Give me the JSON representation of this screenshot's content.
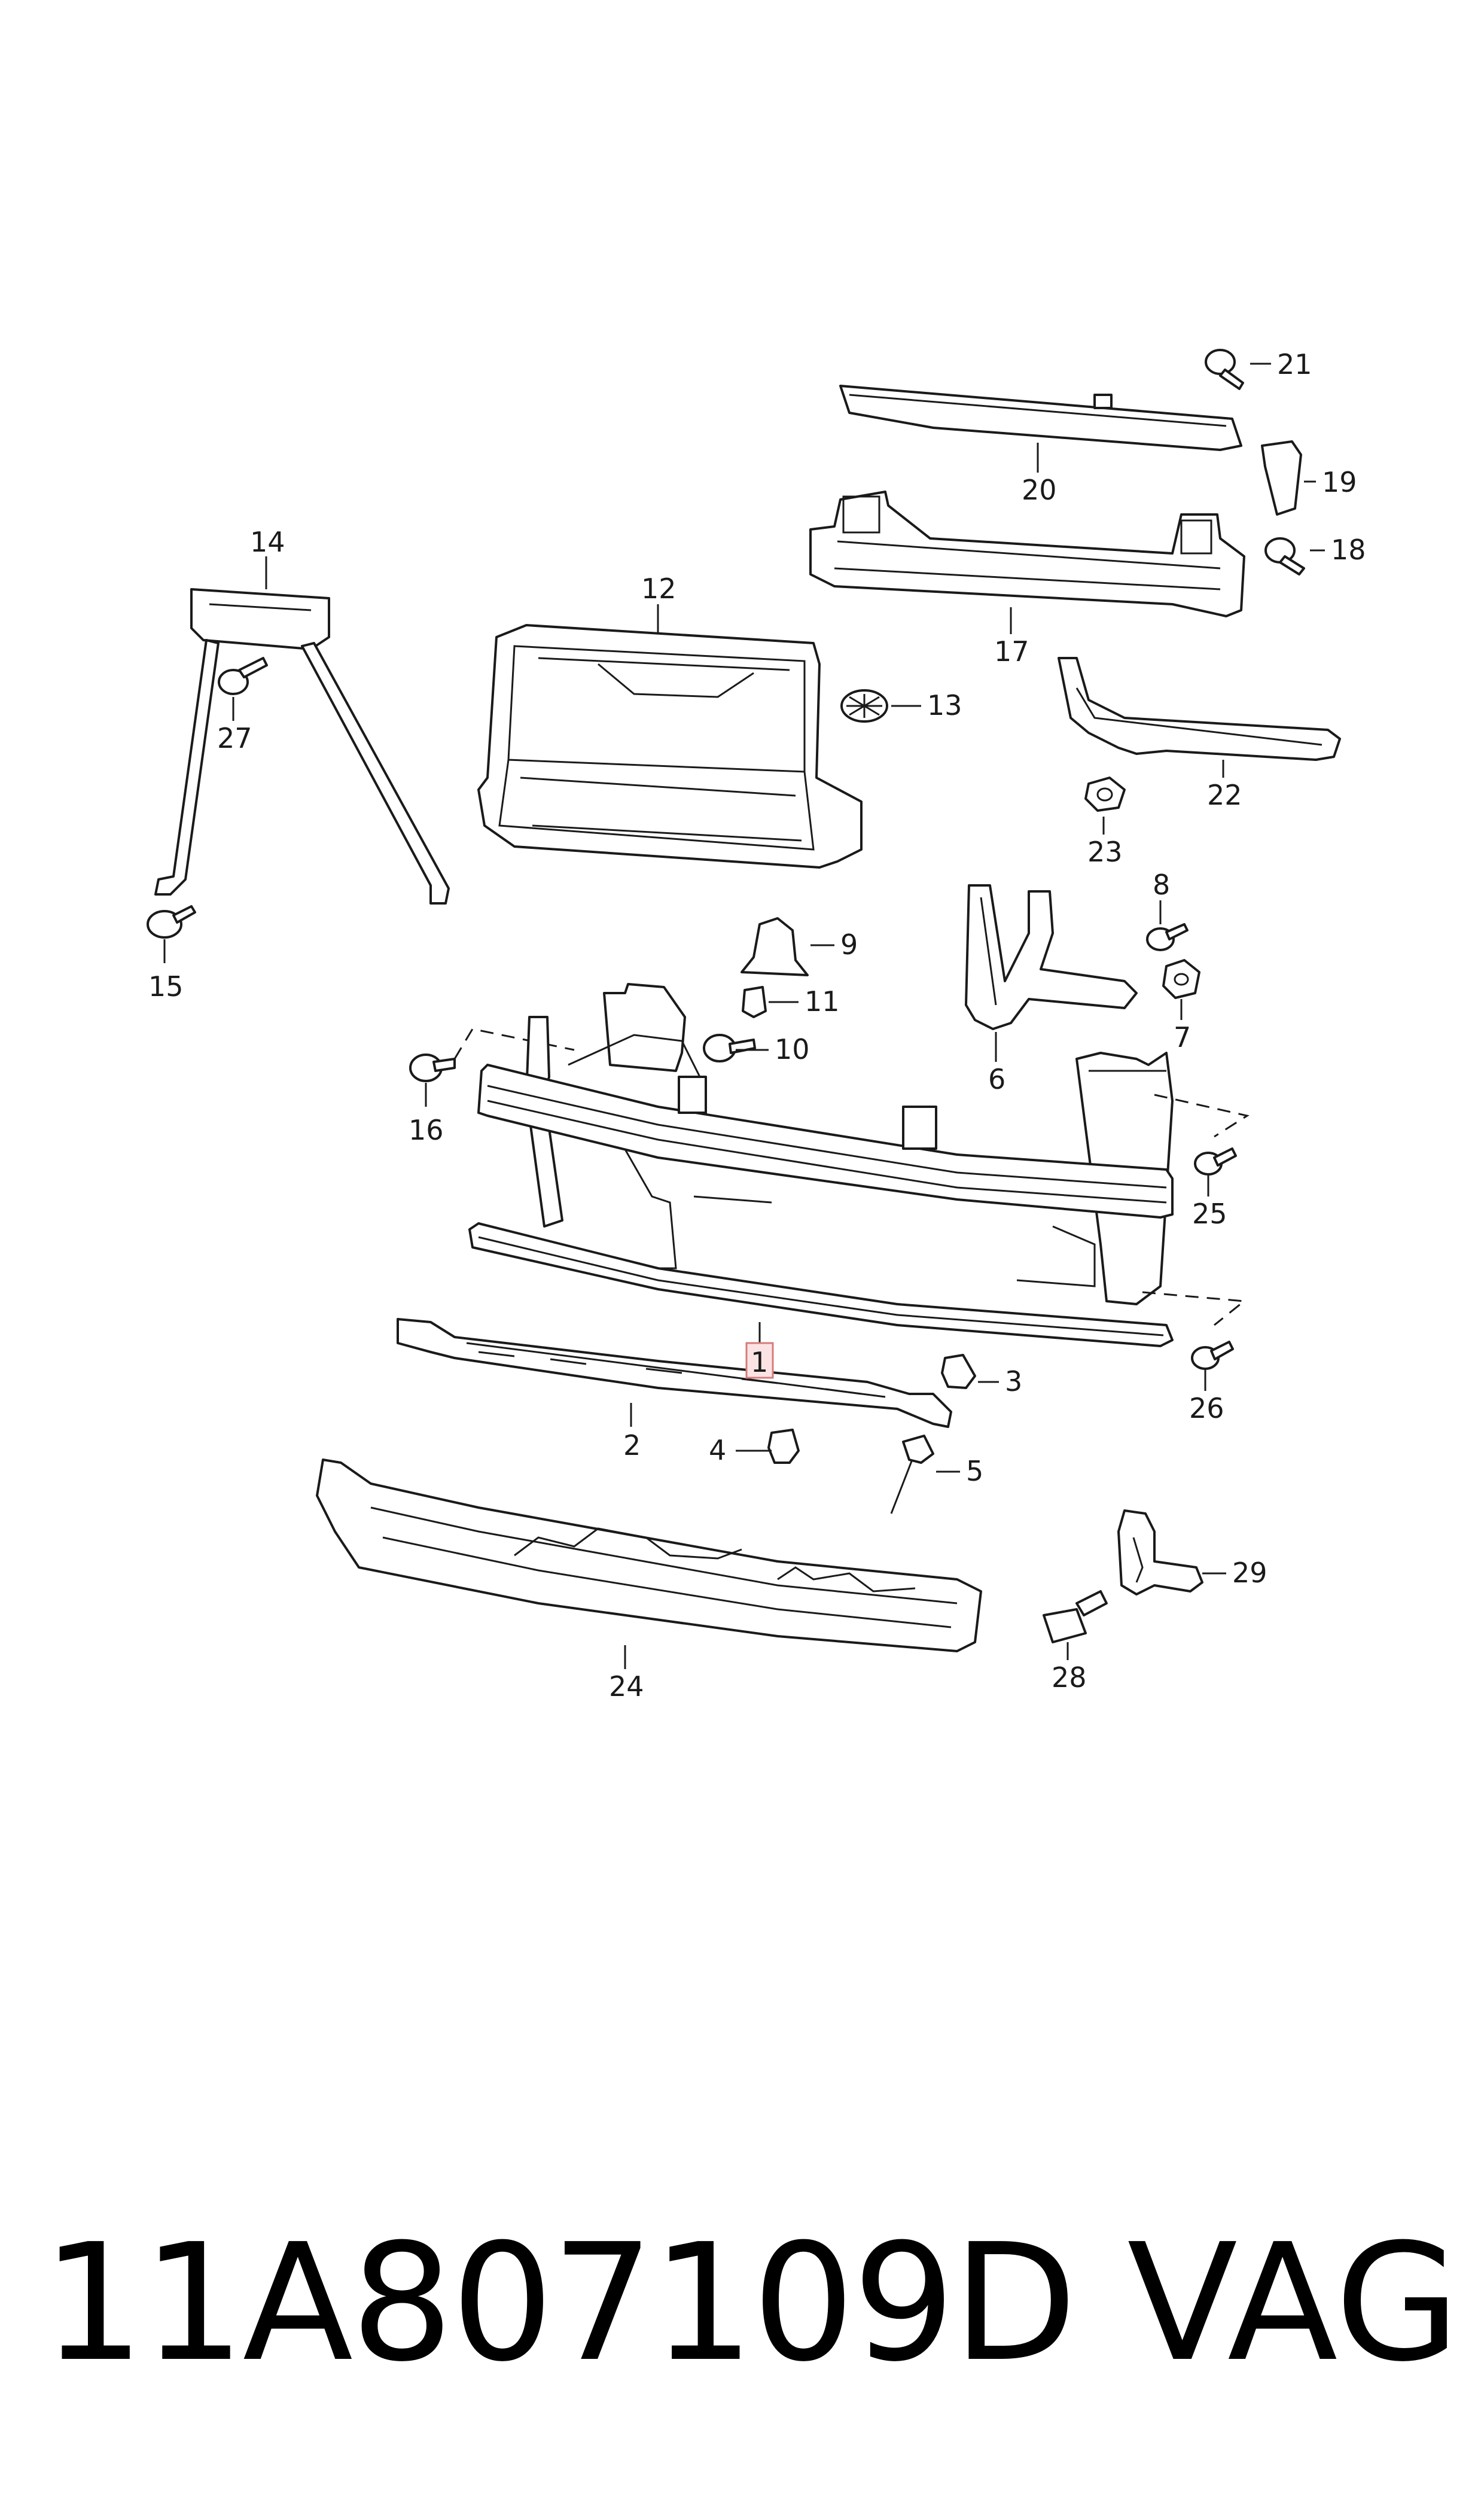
{
  "callouts": [
    {
      "id": "1",
      "highlighted": true
    },
    {
      "id": "2"
    },
    {
      "id": "3"
    },
    {
      "id": "4"
    },
    {
      "id": "5"
    },
    {
      "id": "6"
    },
    {
      "id": "7"
    },
    {
      "id": "8"
    },
    {
      "id": "9"
    },
    {
      "id": "10"
    },
    {
      "id": "11"
    },
    {
      "id": "12"
    },
    {
      "id": "13"
    },
    {
      "id": "14"
    },
    {
      "id": "15"
    },
    {
      "id": "16"
    },
    {
      "id": "17"
    },
    {
      "id": "18"
    },
    {
      "id": "19"
    },
    {
      "id": "20"
    },
    {
      "id": "21"
    },
    {
      "id": "22"
    },
    {
      "id": "23"
    },
    {
      "id": "24"
    },
    {
      "id": "25"
    },
    {
      "id": "26"
    },
    {
      "id": "27"
    },
    {
      "id": "28"
    },
    {
      "id": "29"
    }
  ],
  "footer": {
    "part_number": "11A807109D",
    "brand": "VAG"
  },
  "colors": {
    "line": "#1a1a1a",
    "highlight_fill": "#fbe3e3",
    "highlight_stroke": "#d77b7b"
  }
}
